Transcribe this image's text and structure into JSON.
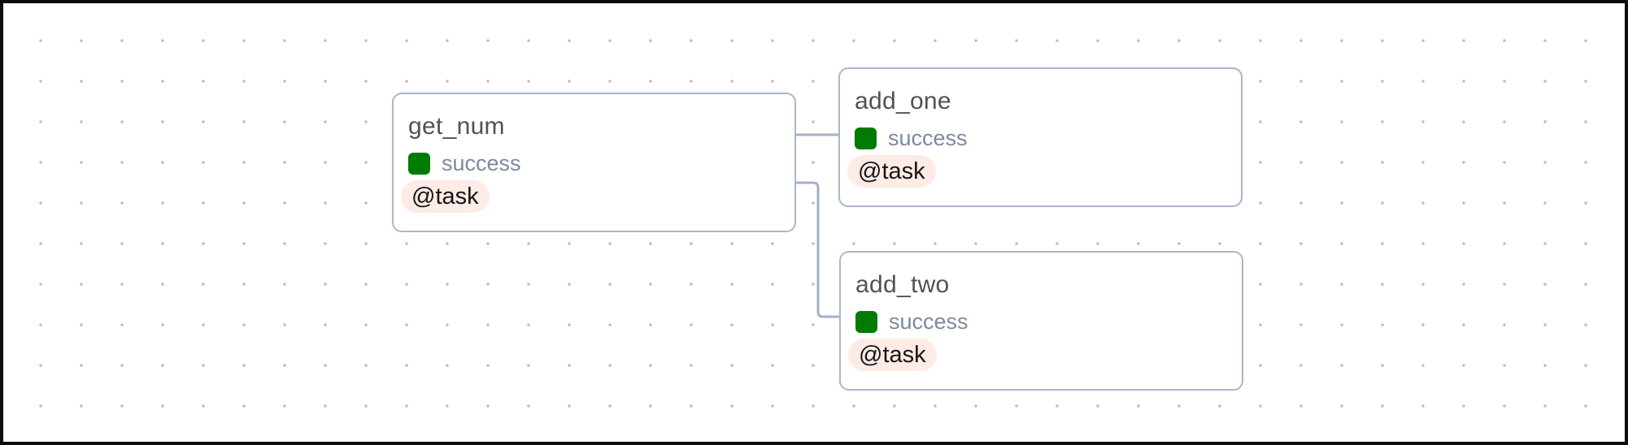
{
  "canvas": {
    "type": "task-graph",
    "grid": "dot-grid-50px",
    "frame_color": "#0d0d0d",
    "dot_color": "#b9b9c2",
    "background": "#ffffff"
  },
  "graph": {
    "nodes": [
      {
        "id": "get_num",
        "title": "get_num",
        "status": "success",
        "decorator": "@task"
      },
      {
        "id": "add_one",
        "title": "add_one",
        "status": "success",
        "decorator": "@task"
      },
      {
        "id": "add_two",
        "title": "add_two",
        "status": "success",
        "decorator": "@task"
      }
    ],
    "edges": [
      {
        "from": "get_num",
        "to": "add_one"
      },
      {
        "from": "get_num",
        "to": "add_two"
      }
    ]
  },
  "icons": {
    "status_square": "green-rounded-square-success"
  },
  "colors": {
    "node_border": "#a9b7c9",
    "edge": "#a3b2c6",
    "title_text": "#525252",
    "status_text": "#7b8aa0",
    "status_success": "#027b02",
    "badge_background": "#fdebe6",
    "badge_text": "#151515"
  }
}
